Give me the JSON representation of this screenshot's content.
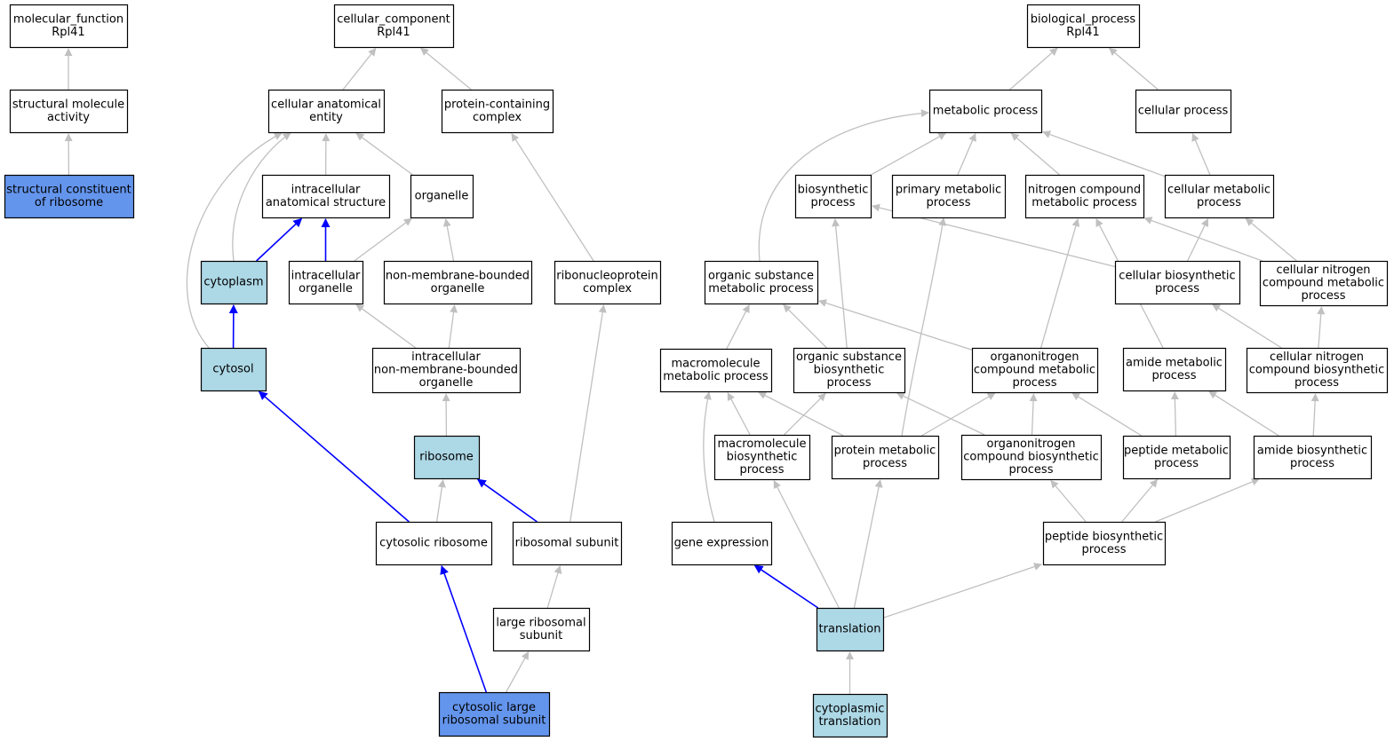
{
  "colors": {
    "node_fill_default": "#ffffff",
    "node_fill_highlight": "#add8e6",
    "node_fill_focus": "#6495ed",
    "edge_default": "#c0c0c0",
    "edge_path": "#0000ff",
    "border": "#000000"
  },
  "nodes": [
    {
      "id": "mf_root",
      "lines": [
        "molecular_function",
        "Rpl41"
      ],
      "fill": "default"
    },
    {
      "id": "structural_molecule_activity",
      "lines": [
        "structural molecule",
        "activity"
      ],
      "fill": "default"
    },
    {
      "id": "structural_constituent_of_ribosome",
      "lines": [
        "structural constituent",
        "of ribosome"
      ],
      "fill": "focus"
    },
    {
      "id": "cc_root",
      "lines": [
        "cellular_component",
        "Rpl41"
      ],
      "fill": "default"
    },
    {
      "id": "cellular_anatomical_entity",
      "lines": [
        "cellular anatomical",
        "entity"
      ],
      "fill": "default"
    },
    {
      "id": "protein_containing_complex",
      "lines": [
        "protein-containing",
        "complex"
      ],
      "fill": "default"
    },
    {
      "id": "intracellular_anatomical_structure",
      "lines": [
        "intracellular",
        "anatomical structure"
      ],
      "fill": "default"
    },
    {
      "id": "organelle",
      "lines": [
        "organelle"
      ],
      "fill": "default"
    },
    {
      "id": "cytoplasm",
      "lines": [
        "cytoplasm"
      ],
      "fill": "highlight"
    },
    {
      "id": "intracellular_organelle",
      "lines": [
        "intracellular",
        "organelle"
      ],
      "fill": "default"
    },
    {
      "id": "non_membrane_bounded_organelle",
      "lines": [
        "non-membrane-bounded",
        "organelle"
      ],
      "fill": "default"
    },
    {
      "id": "ribonucleoprotein_complex",
      "lines": [
        "ribonucleoprotein",
        "complex"
      ],
      "fill": "default"
    },
    {
      "id": "cytosol",
      "lines": [
        "cytosol"
      ],
      "fill": "highlight"
    },
    {
      "id": "intracellular_nmb_organelle",
      "lines": [
        "intracellular",
        "non-membrane-bounded",
        "organelle"
      ],
      "fill": "default"
    },
    {
      "id": "ribosome",
      "lines": [
        "ribosome"
      ],
      "fill": "highlight"
    },
    {
      "id": "cytosolic_ribosome",
      "lines": [
        "cytosolic ribosome"
      ],
      "fill": "default"
    },
    {
      "id": "ribosomal_subunit",
      "lines": [
        "ribosomal subunit"
      ],
      "fill": "default"
    },
    {
      "id": "large_ribosomal_subunit",
      "lines": [
        "large ribosomal",
        "subunit"
      ],
      "fill": "default"
    },
    {
      "id": "cytosolic_large_ribosomal_subunit",
      "lines": [
        "cytosolic large",
        "ribosomal subunit"
      ],
      "fill": "focus"
    },
    {
      "id": "bp_root",
      "lines": [
        "biological_process",
        "Rpl41"
      ],
      "fill": "default"
    },
    {
      "id": "metabolic_process",
      "lines": [
        "metabolic process"
      ],
      "fill": "default"
    },
    {
      "id": "cellular_process",
      "lines": [
        "cellular process"
      ],
      "fill": "default"
    },
    {
      "id": "biosynthetic_process",
      "lines": [
        "biosynthetic",
        "process"
      ],
      "fill": "default"
    },
    {
      "id": "primary_metabolic_process",
      "lines": [
        "primary metabolic",
        "process"
      ],
      "fill": "default"
    },
    {
      "id": "nitrogen_compound_metabolic_process",
      "lines": [
        "nitrogen compound",
        "metabolic process"
      ],
      "fill": "default"
    },
    {
      "id": "cellular_metabolic_process",
      "lines": [
        "cellular metabolic",
        "process"
      ],
      "fill": "default"
    },
    {
      "id": "organic_substance_metabolic_process",
      "lines": [
        "organic substance",
        "metabolic process"
      ],
      "fill": "default"
    },
    {
      "id": "cellular_biosynthetic_process",
      "lines": [
        "cellular biosynthetic",
        "process"
      ],
      "fill": "default"
    },
    {
      "id": "cellular_nitrogen_compound_metabolic_process",
      "lines": [
        "cellular nitrogen",
        "compound metabolic",
        "process"
      ],
      "fill": "default"
    },
    {
      "id": "macromolecule_metabolic_process",
      "lines": [
        "macromolecule",
        "metabolic process"
      ],
      "fill": "default"
    },
    {
      "id": "organic_substance_biosynthetic_process",
      "lines": [
        "organic substance",
        "biosynthetic",
        "process"
      ],
      "fill": "default"
    },
    {
      "id": "organonitrogen_compound_metabolic_process",
      "lines": [
        "organonitrogen",
        "compound metabolic",
        "process"
      ],
      "fill": "default"
    },
    {
      "id": "amide_metabolic_process",
      "lines": [
        "amide metabolic",
        "process"
      ],
      "fill": "default"
    },
    {
      "id": "cellular_nitrogen_compound_biosynthetic_process",
      "lines": [
        "cellular nitrogen",
        "compound biosynthetic",
        "process"
      ],
      "fill": "default"
    },
    {
      "id": "macromolecule_biosynthetic_process",
      "lines": [
        "macromolecule",
        "biosynthetic",
        "process"
      ],
      "fill": "default"
    },
    {
      "id": "protein_metabolic_process",
      "lines": [
        "protein metabolic",
        "process"
      ],
      "fill": "default"
    },
    {
      "id": "organonitrogen_compound_biosynthetic_process",
      "lines": [
        "organonitrogen",
        "compound biosynthetic",
        "process"
      ],
      "fill": "default"
    },
    {
      "id": "peptide_metabolic_process",
      "lines": [
        "peptide metabolic",
        "process"
      ],
      "fill": "default"
    },
    {
      "id": "amide_biosynthetic_process",
      "lines": [
        "amide biosynthetic",
        "process"
      ],
      "fill": "default"
    },
    {
      "id": "gene_expression",
      "lines": [
        "gene expression"
      ],
      "fill": "default"
    },
    {
      "id": "peptide_biosynthetic_process",
      "lines": [
        "peptide biosynthetic",
        "process"
      ],
      "fill": "default"
    },
    {
      "id": "translation",
      "lines": [
        "translation"
      ],
      "fill": "highlight"
    },
    {
      "id": "cytoplasmic_translation",
      "lines": [
        "cytoplasmic",
        "translation"
      ],
      "fill": "highlight"
    }
  ],
  "edges": [
    {
      "from": "structural_molecule_activity",
      "to": "mf_root",
      "style": "default"
    },
    {
      "from": "structural_constituent_of_ribosome",
      "to": "structural_molecule_activity",
      "style": "default"
    },
    {
      "from": "cellular_anatomical_entity",
      "to": "cc_root",
      "style": "default"
    },
    {
      "from": "protein_containing_complex",
      "to": "cc_root",
      "style": "default"
    },
    {
      "from": "intracellular_anatomical_structure",
      "to": "cellular_anatomical_entity",
      "style": "default"
    },
    {
      "from": "organelle",
      "to": "cellular_anatomical_entity",
      "style": "default"
    },
    {
      "from": "cytoplasm",
      "to": "cellular_anatomical_entity",
      "style": "default"
    },
    {
      "from": "cytosol",
      "to": "cellular_anatomical_entity",
      "style": "default"
    },
    {
      "from": "cytoplasm",
      "to": "intracellular_anatomical_structure",
      "style": "path"
    },
    {
      "from": "intracellular_organelle",
      "to": "intracellular_anatomical_structure",
      "style": "path"
    },
    {
      "from": "intracellular_organelle",
      "to": "organelle",
      "style": "default"
    },
    {
      "from": "non_membrane_bounded_organelle",
      "to": "organelle",
      "style": "default"
    },
    {
      "from": "ribonucleoprotein_complex",
      "to": "protein_containing_complex",
      "style": "default"
    },
    {
      "from": "cytosol",
      "to": "cytoplasm",
      "style": "path"
    },
    {
      "from": "intracellular_nmb_organelle",
      "to": "intracellular_organelle",
      "style": "default"
    },
    {
      "from": "intracellular_nmb_organelle",
      "to": "non_membrane_bounded_organelle",
      "style": "default"
    },
    {
      "from": "ribosome",
      "to": "intracellular_nmb_organelle",
      "style": "default"
    },
    {
      "from": "cytosolic_ribosome",
      "to": "cytosol",
      "style": "path"
    },
    {
      "from": "cytosolic_ribosome",
      "to": "ribosome",
      "style": "default"
    },
    {
      "from": "ribosomal_subunit",
      "to": "ribosome",
      "style": "path"
    },
    {
      "from": "ribosomal_subunit",
      "to": "ribonucleoprotein_complex",
      "style": "default"
    },
    {
      "from": "large_ribosomal_subunit",
      "to": "ribosomal_subunit",
      "style": "default"
    },
    {
      "from": "cytosolic_large_ribosomal_subunit",
      "to": "cytosolic_ribosome",
      "style": "path"
    },
    {
      "from": "cytosolic_large_ribosomal_subunit",
      "to": "large_ribosomal_subunit",
      "style": "default"
    },
    {
      "from": "metabolic_process",
      "to": "bp_root",
      "style": "default"
    },
    {
      "from": "cellular_process",
      "to": "bp_root",
      "style": "default"
    },
    {
      "from": "biosynthetic_process",
      "to": "metabolic_process",
      "style": "default"
    },
    {
      "from": "primary_metabolic_process",
      "to": "metabolic_process",
      "style": "default"
    },
    {
      "from": "nitrogen_compound_metabolic_process",
      "to": "metabolic_process",
      "style": "default"
    },
    {
      "from": "cellular_metabolic_process",
      "to": "metabolic_process",
      "style": "default"
    },
    {
      "from": "organic_substance_metabolic_process",
      "to": "metabolic_process",
      "style": "default"
    },
    {
      "from": "cellular_metabolic_process",
      "to": "cellular_process",
      "style": "default"
    },
    {
      "from": "cellular_biosynthetic_process",
      "to": "biosynthetic_process",
      "style": "default"
    },
    {
      "from": "cellular_biosynthetic_process",
      "to": "cellular_metabolic_process",
      "style": "default"
    },
    {
      "from": "cellular_nitrogen_compound_metabolic_process",
      "to": "nitrogen_compound_metabolic_process",
      "style": "default"
    },
    {
      "from": "cellular_nitrogen_compound_metabolic_process",
      "to": "cellular_metabolic_process",
      "style": "default"
    },
    {
      "from": "macromolecule_metabolic_process",
      "to": "organic_substance_metabolic_process",
      "style": "default"
    },
    {
      "from": "organic_substance_biosynthetic_process",
      "to": "organic_substance_metabolic_process",
      "style": "default"
    },
    {
      "from": "organic_substance_biosynthetic_process",
      "to": "biosynthetic_process",
      "style": "default"
    },
    {
      "from": "organonitrogen_compound_metabolic_process",
      "to": "organic_substance_metabolic_process",
      "style": "default"
    },
    {
      "from": "organonitrogen_compound_metabolic_process",
      "to": "nitrogen_compound_metabolic_process",
      "style": "default"
    },
    {
      "from": "amide_metabolic_process",
      "to": "nitrogen_compound_metabolic_process",
      "style": "default"
    },
    {
      "from": "cellular_nitrogen_compound_biosynthetic_process",
      "to": "cellular_nitrogen_compound_metabolic_process",
      "style": "default"
    },
    {
      "from": "cellular_nitrogen_compound_biosynthetic_process",
      "to": "cellular_biosynthetic_process",
      "style": "default"
    },
    {
      "from": "macromolecule_biosynthetic_process",
      "to": "macromolecule_metabolic_process",
      "style": "default"
    },
    {
      "from": "macromolecule_biosynthetic_process",
      "to": "organic_substance_biosynthetic_process",
      "style": "default"
    },
    {
      "from": "protein_metabolic_process",
      "to": "macromolecule_metabolic_process",
      "style": "default"
    },
    {
      "from": "protein_metabolic_process",
      "to": "organonitrogen_compound_metabolic_process",
      "style": "default"
    },
    {
      "from": "protein_metabolic_process",
      "to": "primary_metabolic_process",
      "style": "default"
    },
    {
      "from": "organonitrogen_compound_biosynthetic_process",
      "to": "organonitrogen_compound_metabolic_process",
      "style": "default"
    },
    {
      "from": "organonitrogen_compound_biosynthetic_process",
      "to": "organic_substance_biosynthetic_process",
      "style": "default"
    },
    {
      "from": "peptide_metabolic_process",
      "to": "amide_metabolic_process",
      "style": "default"
    },
    {
      "from": "peptide_metabolic_process",
      "to": "organonitrogen_compound_metabolic_process",
      "style": "default"
    },
    {
      "from": "amide_biosynthetic_process",
      "to": "amide_metabolic_process",
      "style": "default"
    },
    {
      "from": "amide_biosynthetic_process",
      "to": "cellular_nitrogen_compound_biosynthetic_process",
      "style": "default"
    },
    {
      "from": "gene_expression",
      "to": "macromolecule_metabolic_process",
      "style": "default"
    },
    {
      "from": "peptide_biosynthetic_process",
      "to": "organonitrogen_compound_biosynthetic_process",
      "style": "default"
    },
    {
      "from": "peptide_biosynthetic_process",
      "to": "peptide_metabolic_process",
      "style": "default"
    },
    {
      "from": "peptide_biosynthetic_process",
      "to": "amide_biosynthetic_process",
      "style": "default"
    },
    {
      "from": "translation",
      "to": "gene_expression",
      "style": "path"
    },
    {
      "from": "translation",
      "to": "macromolecule_biosynthetic_process",
      "style": "default"
    },
    {
      "from": "translation",
      "to": "protein_metabolic_process",
      "style": "default"
    },
    {
      "from": "translation",
      "to": "peptide_biosynthetic_process",
      "style": "default"
    },
    {
      "from": "cytoplasmic_translation",
      "to": "translation",
      "style": "default"
    }
  ]
}
